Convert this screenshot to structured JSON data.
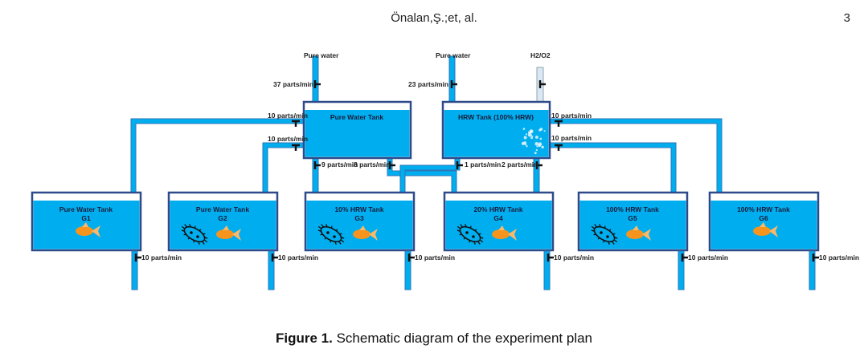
{
  "header": {
    "running_title": "Önalan,Ş.;et, al.",
    "page_number": "3"
  },
  "caption": {
    "label": "Figure 1.",
    "text": " Schematic diagram of the experiment plan"
  },
  "colors": {
    "water": "#00aeef",
    "tank_border": "#2f4a8a",
    "fish": "#f7941d",
    "h2_pipe": "#dce6f5"
  },
  "sources": {
    "pure_water_1": "Pure water",
    "pure_water_2": "Pure water",
    "gas": "H2/O2"
  },
  "main_tanks": {
    "pure": "Pure Water Tank",
    "hrw": "HRW Tank (100% HRW)"
  },
  "flows": {
    "in_pure": "37 parts/min",
    "in_hrw": "23 parts/min",
    "pure_to_g1": "10 parts/min",
    "pure_to_g2": "10 parts/min",
    "pure_to_g3": "9 parts/min",
    "pure_to_g4": "8 parts/min",
    "hrw_to_g3": "1 parts/min",
    "hrw_to_g4": "2 parts/min",
    "hrw_to_g6": "10 parts/min",
    "hrw_to_g5": "10 parts/min"
  },
  "groups": [
    {
      "name": "Pure Water Tank",
      "id": "G1",
      "outflow": "10 parts/min",
      "bacteria": false
    },
    {
      "name": "Pure Water Tank",
      "id": "G2",
      "outflow": "10 parts/min",
      "bacteria": true
    },
    {
      "name": "10% HRW Tank",
      "id": "G3",
      "outflow": "10 parts/min",
      "bacteria": true
    },
    {
      "name": "20% HRW Tank",
      "id": "G4",
      "outflow": "10 parts/min",
      "bacteria": true
    },
    {
      "name": "100% HRW Tank",
      "id": "G5",
      "outflow": "10 parts/min",
      "bacteria": true
    },
    {
      "name": "100% HRW Tank",
      "id": "G6",
      "outflow": "10 parts/min",
      "bacteria": false
    }
  ]
}
